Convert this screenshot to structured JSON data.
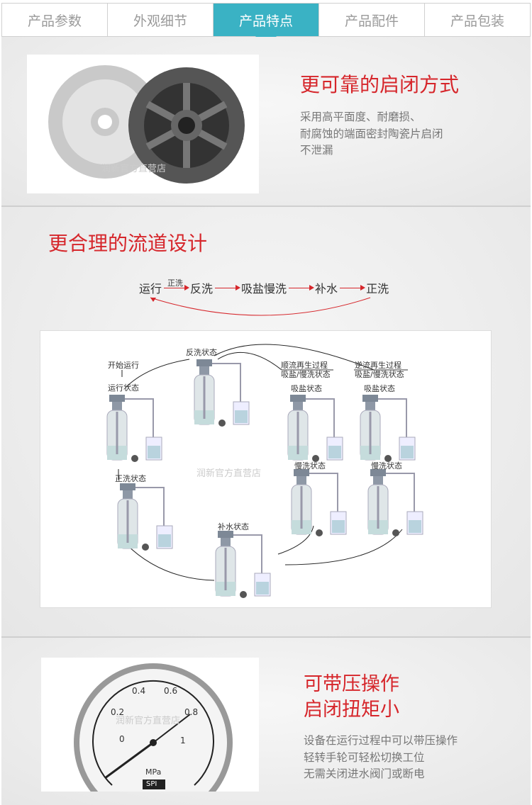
{
  "tabs": [
    {
      "label": "产品参数"
    },
    {
      "label": "外观细节"
    },
    {
      "label": "产品特点",
      "active": true
    },
    {
      "label": "产品配件"
    },
    {
      "label": "产品包装"
    }
  ],
  "accent_color": "#3ab2c4",
  "title_color": "#d6262b",
  "section1": {
    "title": "更可靠的启闭方式",
    "lines": [
      "采用高平面度、耐磨损、",
      "耐腐蚀的端面密封陶瓷片启闭",
      "不泄漏"
    ],
    "watermark": "润新官方直营店"
  },
  "section2": {
    "title": "更合理的流道设计",
    "flow": {
      "steps": [
        "运行",
        "反洗",
        "吸盐慢洗",
        "补水",
        "正洗"
      ],
      "first_arrow_label": "正洗"
    },
    "diagram": {
      "start": "开始运行",
      "run": "运行状态",
      "backwash": "反洗状态",
      "co_flow": [
        "顺流再生过程",
        "吸盐/慢洗状态"
      ],
      "counter_flow": [
        "逆流再生过程",
        "吸盐/慢洗状态"
      ],
      "salt1": "吸盐状态",
      "salt2": "吸盐状态",
      "slow1": "慢洗状态",
      "slow2": "慢洗状态",
      "rinse": "正洗状态",
      "refill": "补水状态",
      "watermark": "润新官方直营店"
    }
  },
  "section3": {
    "title_lines": [
      "可带压操作",
      "启闭扭矩小"
    ],
    "lines": [
      "设备在运行过程中可以带压操作",
      "轻转手轮可轻松切换工位",
      "无需关闭进水阀门或断电"
    ],
    "gauge": {
      "unit": "MPa",
      "ticks": [
        "0",
        "0.2",
        "0.4",
        "0.6",
        "0.8",
        "1"
      ],
      "brand": "SPI",
      "watermark": "润新官方直营店"
    }
  }
}
